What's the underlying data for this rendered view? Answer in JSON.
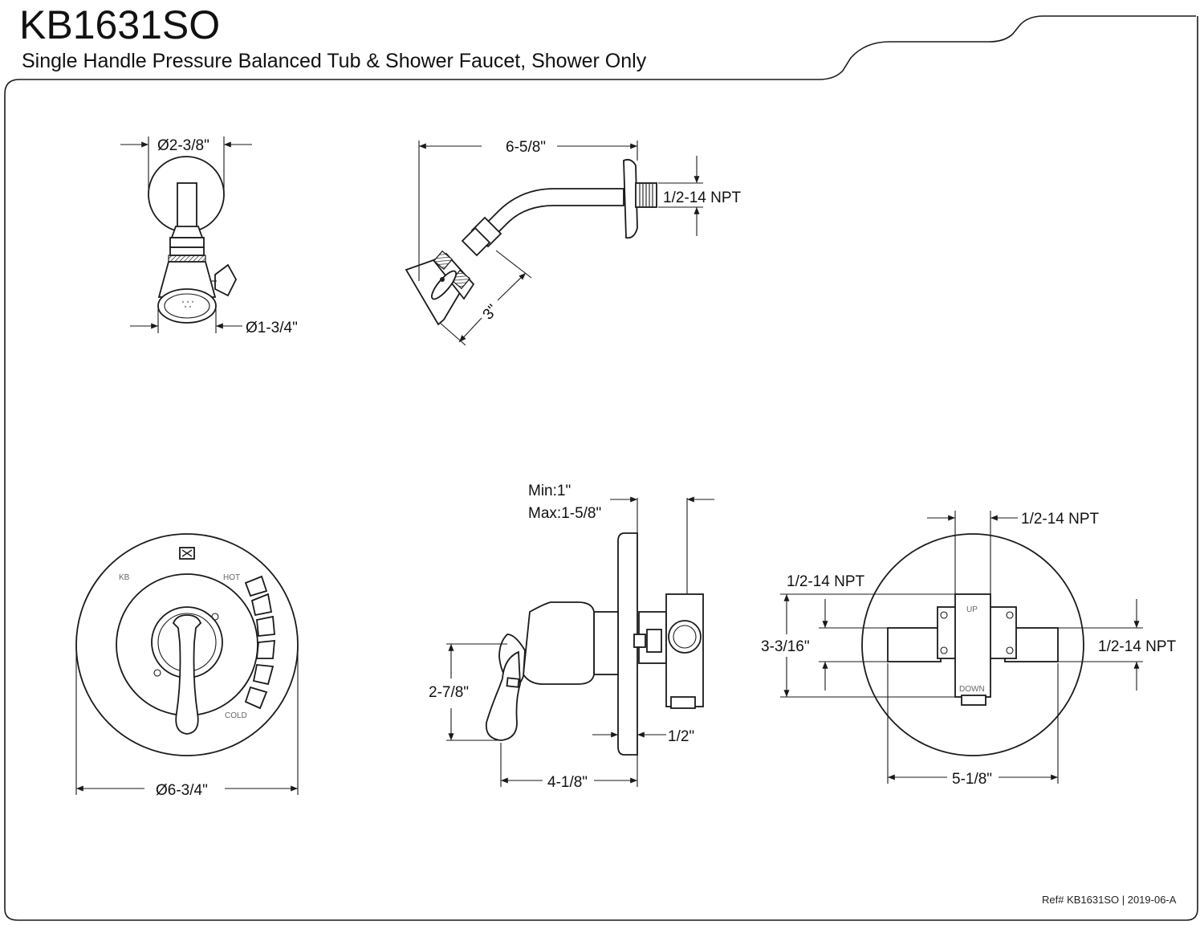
{
  "header": {
    "model": "KB1631SO",
    "description": "Single Handle Pressure Balanced Tub & Shower Faucet, Shower Only"
  },
  "showerhead_front": {
    "flange_dia": "Ø2-3/8\"",
    "head_dia": "Ø1-3/4\""
  },
  "showerhead_side": {
    "arm_length": "6-5/8\"",
    "thread": "1/2-14 NPT",
    "head_length": "3\""
  },
  "trim_front": {
    "plate_dia": "Ø6-3/4\"",
    "label_kb": "KB",
    "label_hot": "HOT",
    "label_cold": "COLD"
  },
  "valve_side": {
    "min_depth": "Min:1\"",
    "max_depth": "Max:1-5/8\"",
    "handle_height": "2-7/8\"",
    "plate_thickness": "1/2\"",
    "projection": "4-1/8\""
  },
  "valve_rear": {
    "top_thread": "1/2-14 NPT",
    "left_thread": "1/2-14 NPT",
    "right_thread": "1/2-14 NPT",
    "body_height": "3-3/16\"",
    "body_width": "5-1/8\"",
    "label_up": "UP",
    "label_down": "DOWN"
  },
  "footer": {
    "reference": "Ref# KB1631SO | 2019-06-A"
  }
}
